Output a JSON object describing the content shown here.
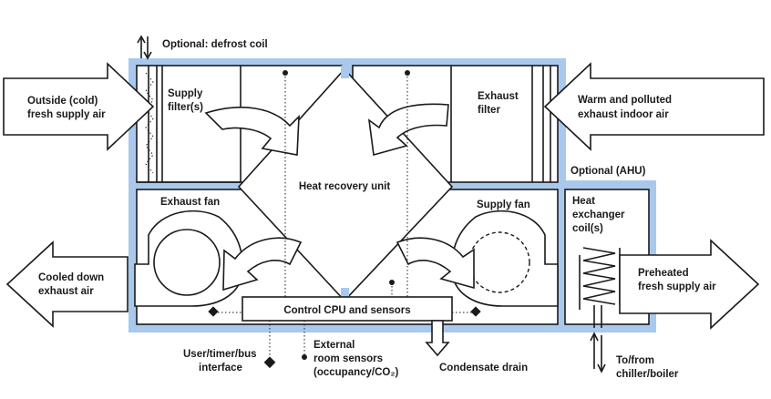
{
  "labels": {
    "defrost_coil": "Optional: defrost coil",
    "outside_air_1": "Outside (cold)",
    "outside_air_2": "fresh supply air",
    "supply_filter_1": "Supply",
    "supply_filter_2": "filter(s)",
    "exhaust_filter_1": "Exhaust",
    "exhaust_filter_2": "filter",
    "warm_air_1": "Warm and polluted",
    "warm_air_2": "exhaust indoor air",
    "optional_ahu": "Optional (AHU)",
    "heat_recovery_unit": "Heat recovery unit",
    "exhaust_fan": "Exhaust fan",
    "supply_fan": "Supply fan",
    "heat_exchanger_1": "Heat",
    "heat_exchanger_2": "exchanger",
    "heat_exchanger_3": "coil(s)",
    "cooled_air_1": "Cooled down",
    "cooled_air_2": "exhaust air",
    "preheated_air_1": "Preheated",
    "preheated_air_2": "fresh supply air",
    "control_cpu": "Control CPU and sensors",
    "user_interface_1": "User/timer/bus",
    "user_interface_2": "interface",
    "external_sensors_1": "External",
    "external_sensors_2": "room sensors",
    "external_sensors_3": "(occupancy/CO₂)",
    "condensate_drain": "Condensate drain",
    "chiller_boiler_1": "To/from",
    "chiller_boiler_2": "chiller/boiler"
  },
  "colors": {
    "casing": "#a9c9ec",
    "line": "#1a1a1a",
    "background": "#ffffff"
  }
}
